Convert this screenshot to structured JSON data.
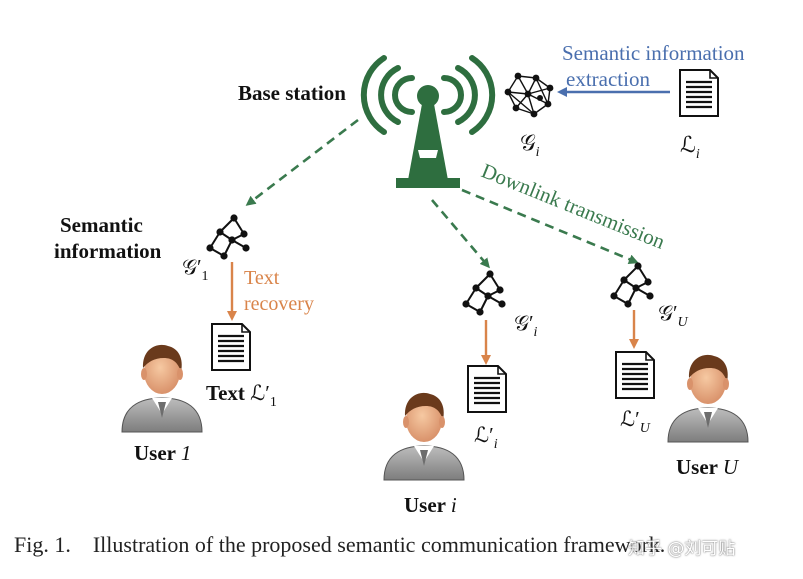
{
  "labels": {
    "base_station": "Base station",
    "semantic_extraction_1": "Semantic information",
    "semantic_extraction_2": "extraction",
    "downlink": "Downlink transmission",
    "semantic_info_1": "Semantic",
    "semantic_info_2": "information",
    "text_recovery_1": "Text",
    "text_recovery_2": "recovery",
    "graph_i": "𝒢",
    "graph_i_sub": "i",
    "doc_i": "ℒ",
    "doc_i_sub": "i",
    "graph_1": "𝒢′",
    "graph_1_sub": "1",
    "graph_ui": "𝒢′",
    "graph_ui_sub": "i",
    "graph_uU": "𝒢′",
    "graph_uU_sub": "U",
    "text_1_prefix": "Text ",
    "text_1": "ℒ′",
    "text_1_sub": "1",
    "doc_ui": "ℒ′",
    "doc_ui_sub": "i",
    "doc_uU": "ℒ′",
    "doc_uU_sub": "U",
    "user_1_prefix": "User ",
    "user_1_id": "1",
    "user_i_prefix": "User ",
    "user_i_id": "i",
    "user_U_prefix": "User ",
    "user_U_id": "U"
  },
  "caption": {
    "fig": "Fig. 1.",
    "text": "Illustration of the proposed semantic communication framework."
  },
  "watermark": "知乎 @刘可贴",
  "colors": {
    "tower": "#2e6e3f",
    "downlink": "#3a7a4e",
    "extraction": "#4a6fae",
    "recovery": "#d9844a",
    "text": "#111111"
  }
}
